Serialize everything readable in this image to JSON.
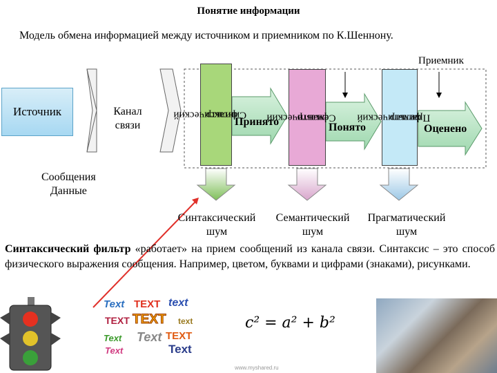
{
  "title": "Понятие информации",
  "subtitle": "Модель обмена информацией между источником и приемником по К.Шеннону.",
  "receiver_label": "Приемник",
  "source": "Источник",
  "channel": [
    "Канал",
    "связи"
  ],
  "syntactic_filter": [
    "Синтаксический",
    "фильтр"
  ],
  "semantic_filter": [
    "Семантический",
    "фильтр"
  ],
  "pragmatic_filter": [
    "Прагматический",
    "фильтр"
  ],
  "accepted": "Принято",
  "understood": "Понято",
  "evaluated": "Оценено",
  "messages": [
    "Сообщения",
    "Данные"
  ],
  "noise": {
    "syntactic": [
      "Синтаксический",
      "шум"
    ],
    "semantic": [
      "Семантический",
      "шум"
    ],
    "pragmatic": [
      "Прагматический",
      "шум"
    ]
  },
  "paragraph": {
    "bold": "Синтаксический фильтр",
    "rest": " «работает» на прием сообщений из канала связи. Синтаксис – это способ физического выражения сообщения. Например, цветом, буквами и цифрами (знаками), рисунками."
  },
  "formula": "c² = a² + b²",
  "text_logos": [
    "Text",
    "TEXT",
    "text",
    "TEXT",
    "TEXT",
    "text",
    "Text",
    "Text",
    "TEXT",
    "Text"
  ],
  "url": "www.myshared.ru",
  "colors": {
    "source_fill": "#a7d8f2",
    "syntactic_fill": "#a8d77a",
    "semantic_fill": "#e8a9d6",
    "pragmatic_fill": "#c4e9f7",
    "stage_fill": "#b9e3c4",
    "arrow_red": "#e0302a"
  }
}
